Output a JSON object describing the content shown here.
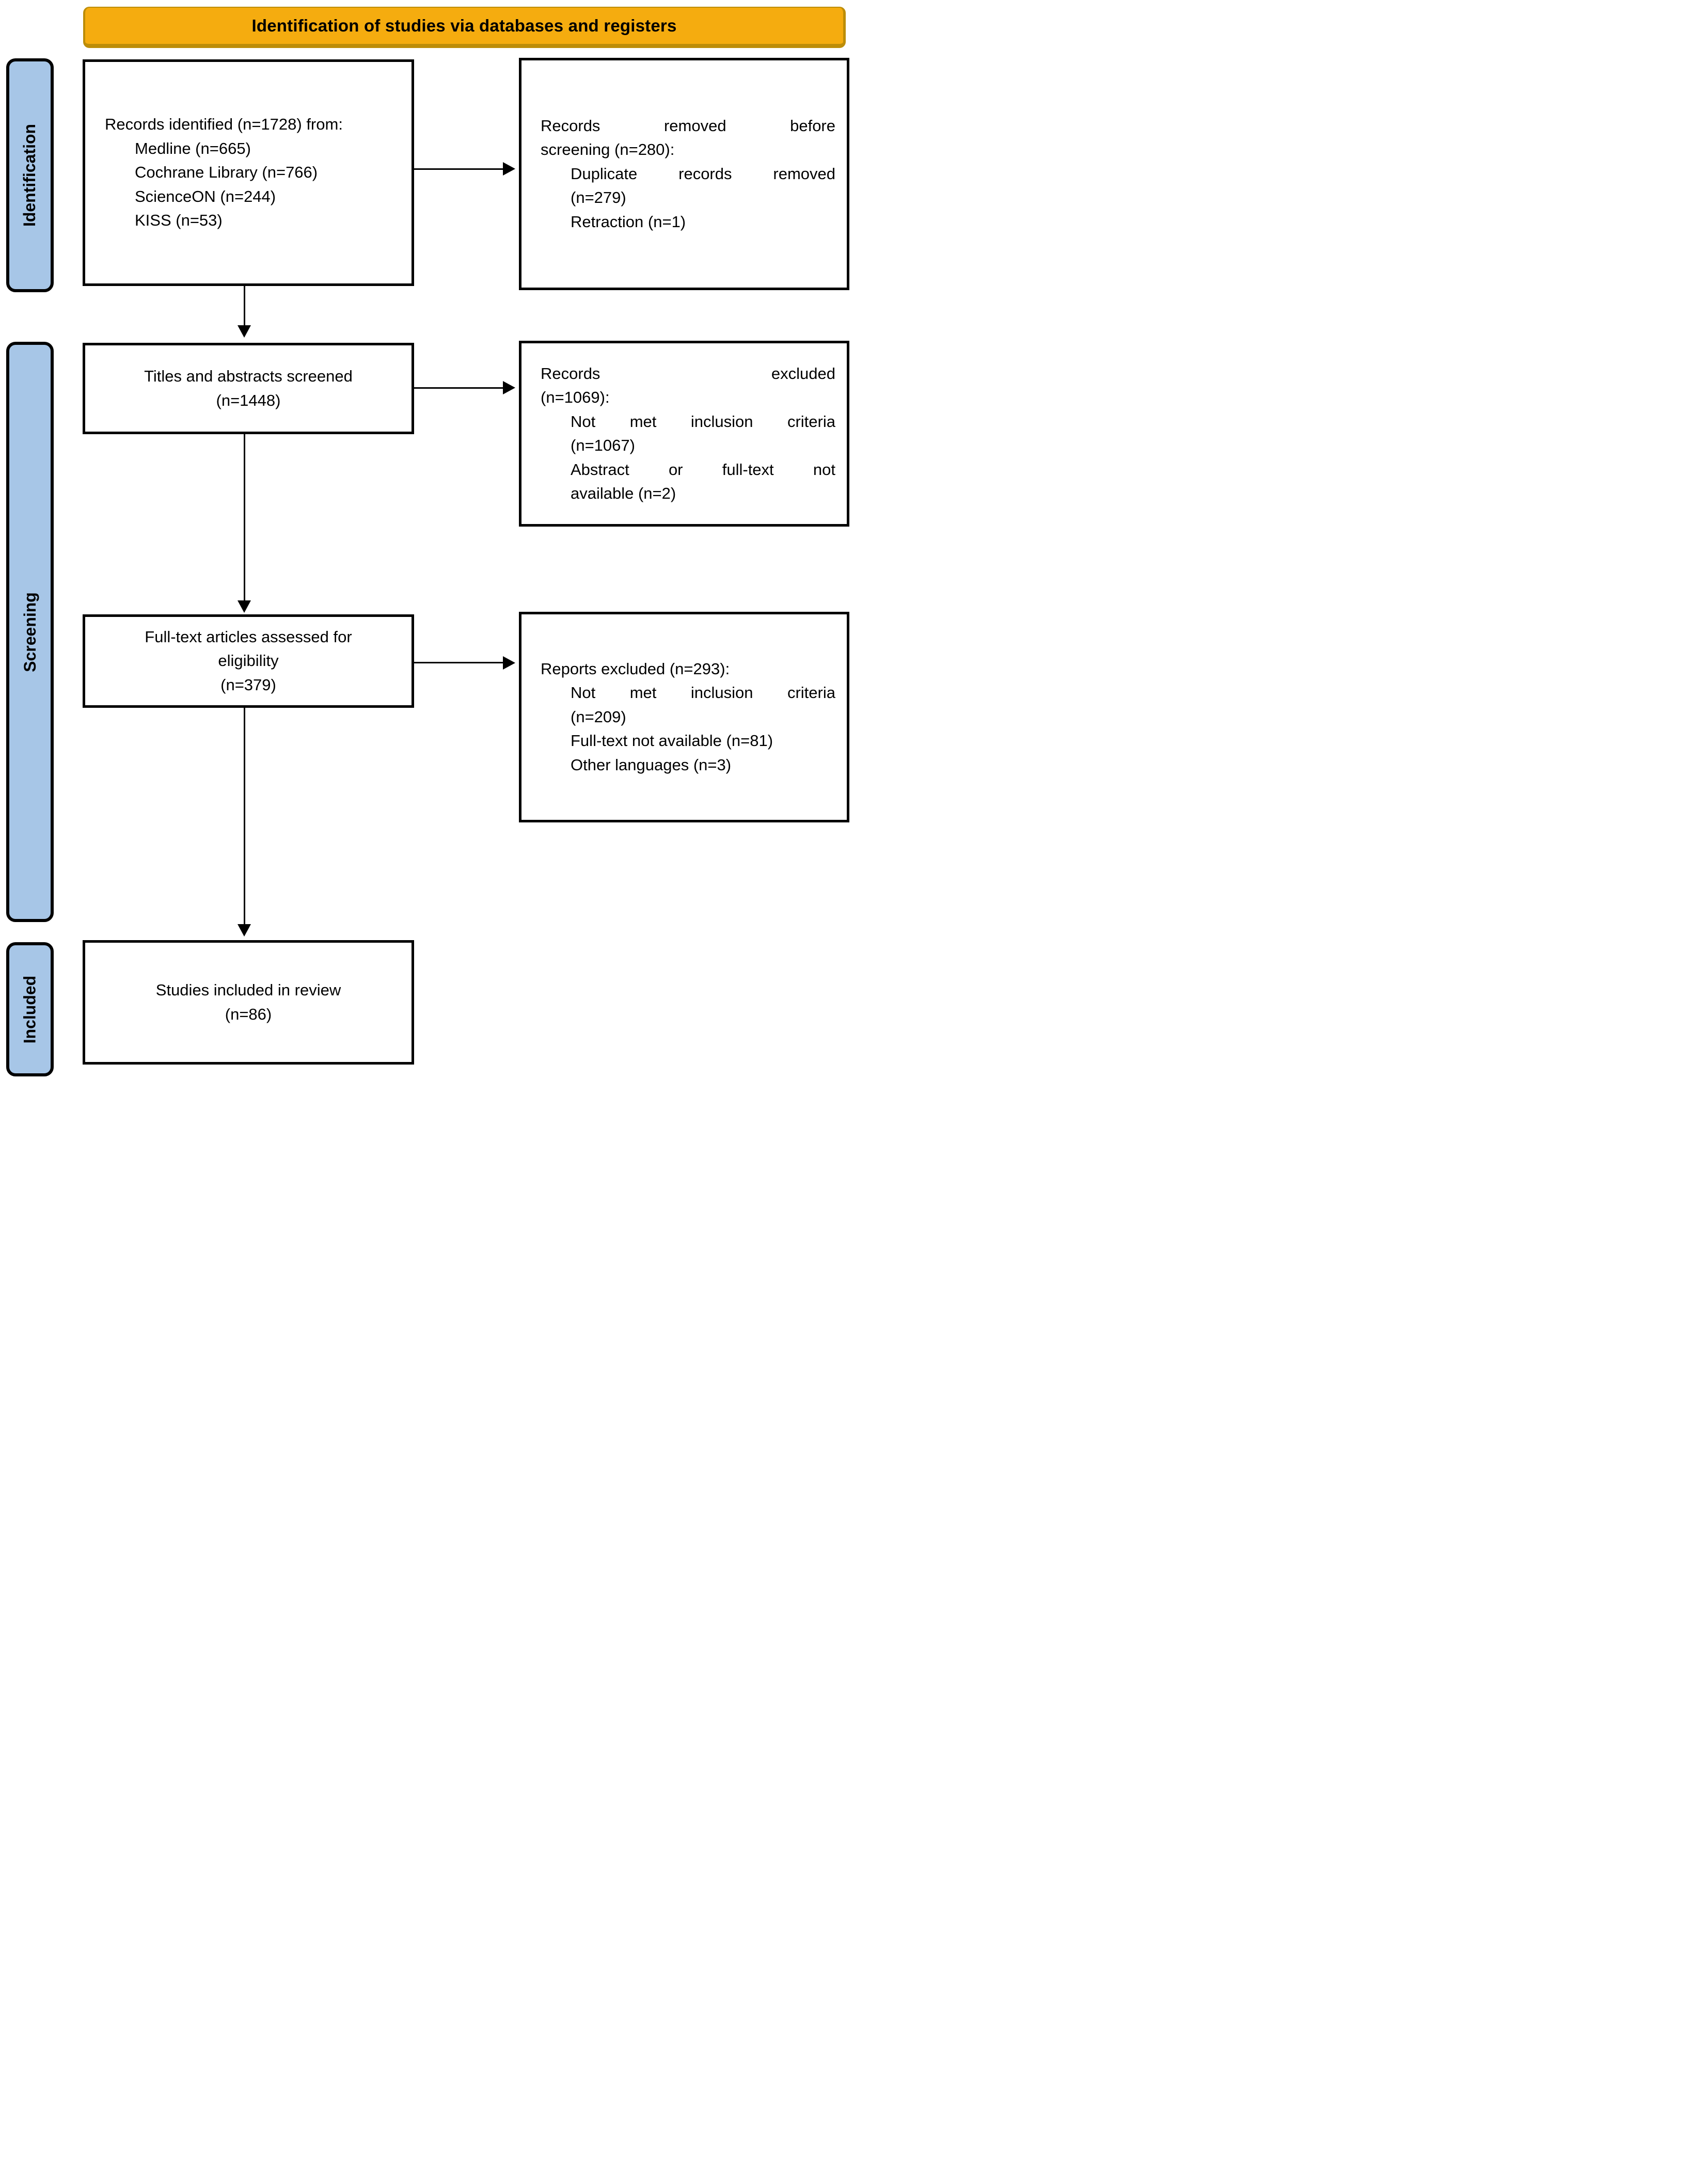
{
  "banner": {
    "title": "Identification of studies via databases and registers",
    "bg": "#F5AC0F",
    "edge": "#BD8D08"
  },
  "sidebar": {
    "bg": "#A7C6E7",
    "stages": [
      {
        "label": "Identification"
      },
      {
        "label": "Screening"
      },
      {
        "label": "Included"
      }
    ]
  },
  "boxes": {
    "records_identified": {
      "lines": [
        "Records identified (n=1728) from:",
        "Medline (n=665)",
        "Cochrane Library (n=766)",
        "ScienceON (n=244)",
        "KISS (n=53)"
      ]
    },
    "records_removed": {
      "lines": [
        "Records removed before",
        "screening (n=280):",
        "Duplicate records removed",
        "(n=279)",
        "Retraction (n=1)"
      ]
    },
    "titles_screened": {
      "lines": [
        "Titles and abstracts screened",
        "(n=1448)"
      ]
    },
    "records_excluded": {
      "lines": [
        "Records excluded",
        "(n=1069):",
        "Not met inclusion criteria",
        "(n=1067)",
        "Abstract or full-text not",
        "available (n=2)"
      ]
    },
    "fulltext_assessed": {
      "lines": [
        "Full-text articles assessed for",
        "eligibility",
        "(n=379)"
      ]
    },
    "reports_excluded": {
      "lines": [
        "Reports excluded (n=293):",
        "Not met inclusion criteria",
        "(n=209)",
        "Full-text not available (n=81)",
        "Other languages (n=3)"
      ]
    },
    "studies_included": {
      "lines": [
        "Studies included in review",
        "(n=86)"
      ]
    }
  }
}
